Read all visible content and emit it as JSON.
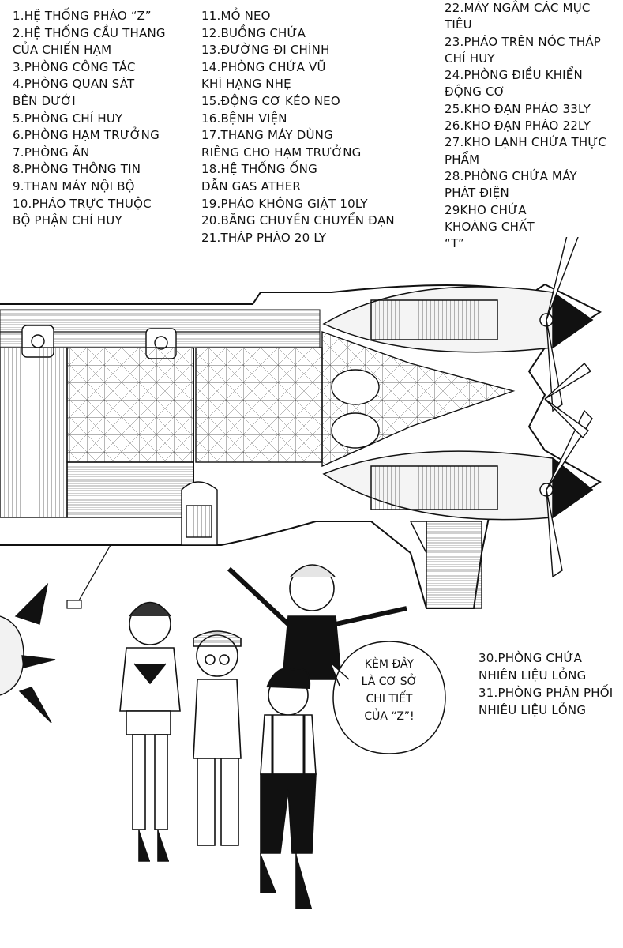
{
  "legend": {
    "col1": [
      "1.Hệ thống pháo “Z”",
      "2.Hệ thống cầu thang",
      "của chiến hạm",
      "3.Phòng công tác",
      "4.Phòng quan sát",
      "bên dưới",
      "5.Phòng chỉ huy",
      "6.Phòng hạm trưởng",
      "7.Phòng ăn",
      "8.Phòng thông tin",
      "9.Than máy nội bộ",
      "10.Pháo trực thuộc",
      "bộ phận chỉ huy"
    ],
    "col2": [
      "11.Mỏ neo",
      "12.Buồng chứa",
      "13.Đường đi chính",
      "14.Phòng chứa vũ",
      "khí hạng nhẹ",
      "15.Động cơ kéo neo",
      "16.Bệnh viện",
      "17.Thang máy dùng",
      "riêng cho hạm trưởng",
      "18.Hệ thống ống",
      "dẫn gas Ather",
      "19.Pháo không giật 10ly",
      "20.Băng chuyền chuyển đạn",
      "21.Tháp pháo 20 ly"
    ],
    "col3": [
      "22.Máy ngắm các mục",
      "tiêu",
      "23.Pháo trên nóc tháp",
      "chỉ huy",
      "24.Phòng điều khiển",
      "động cơ",
      "25.Kho đạn pháo 33ly",
      "26.Kho đạn pháo 22ly",
      "27.Kho lạnh chứa thực",
      "phẩm",
      "28.Phòng chứa máy",
      "phát điện",
      "29Kho chứa",
      "khoáng chất",
      "“T”"
    ],
    "bottom": [
      "30.Phòng chứa",
      "nhiên liệu lỏng",
      "31.Phòng phân phối",
      "nhiêu liệu lỏng"
    ]
  },
  "speech_bubble": {
    "lines": [
      "Kèm đây",
      "là cơ sở",
      "chi tiết",
      "của “Z”!"
    ]
  }
}
